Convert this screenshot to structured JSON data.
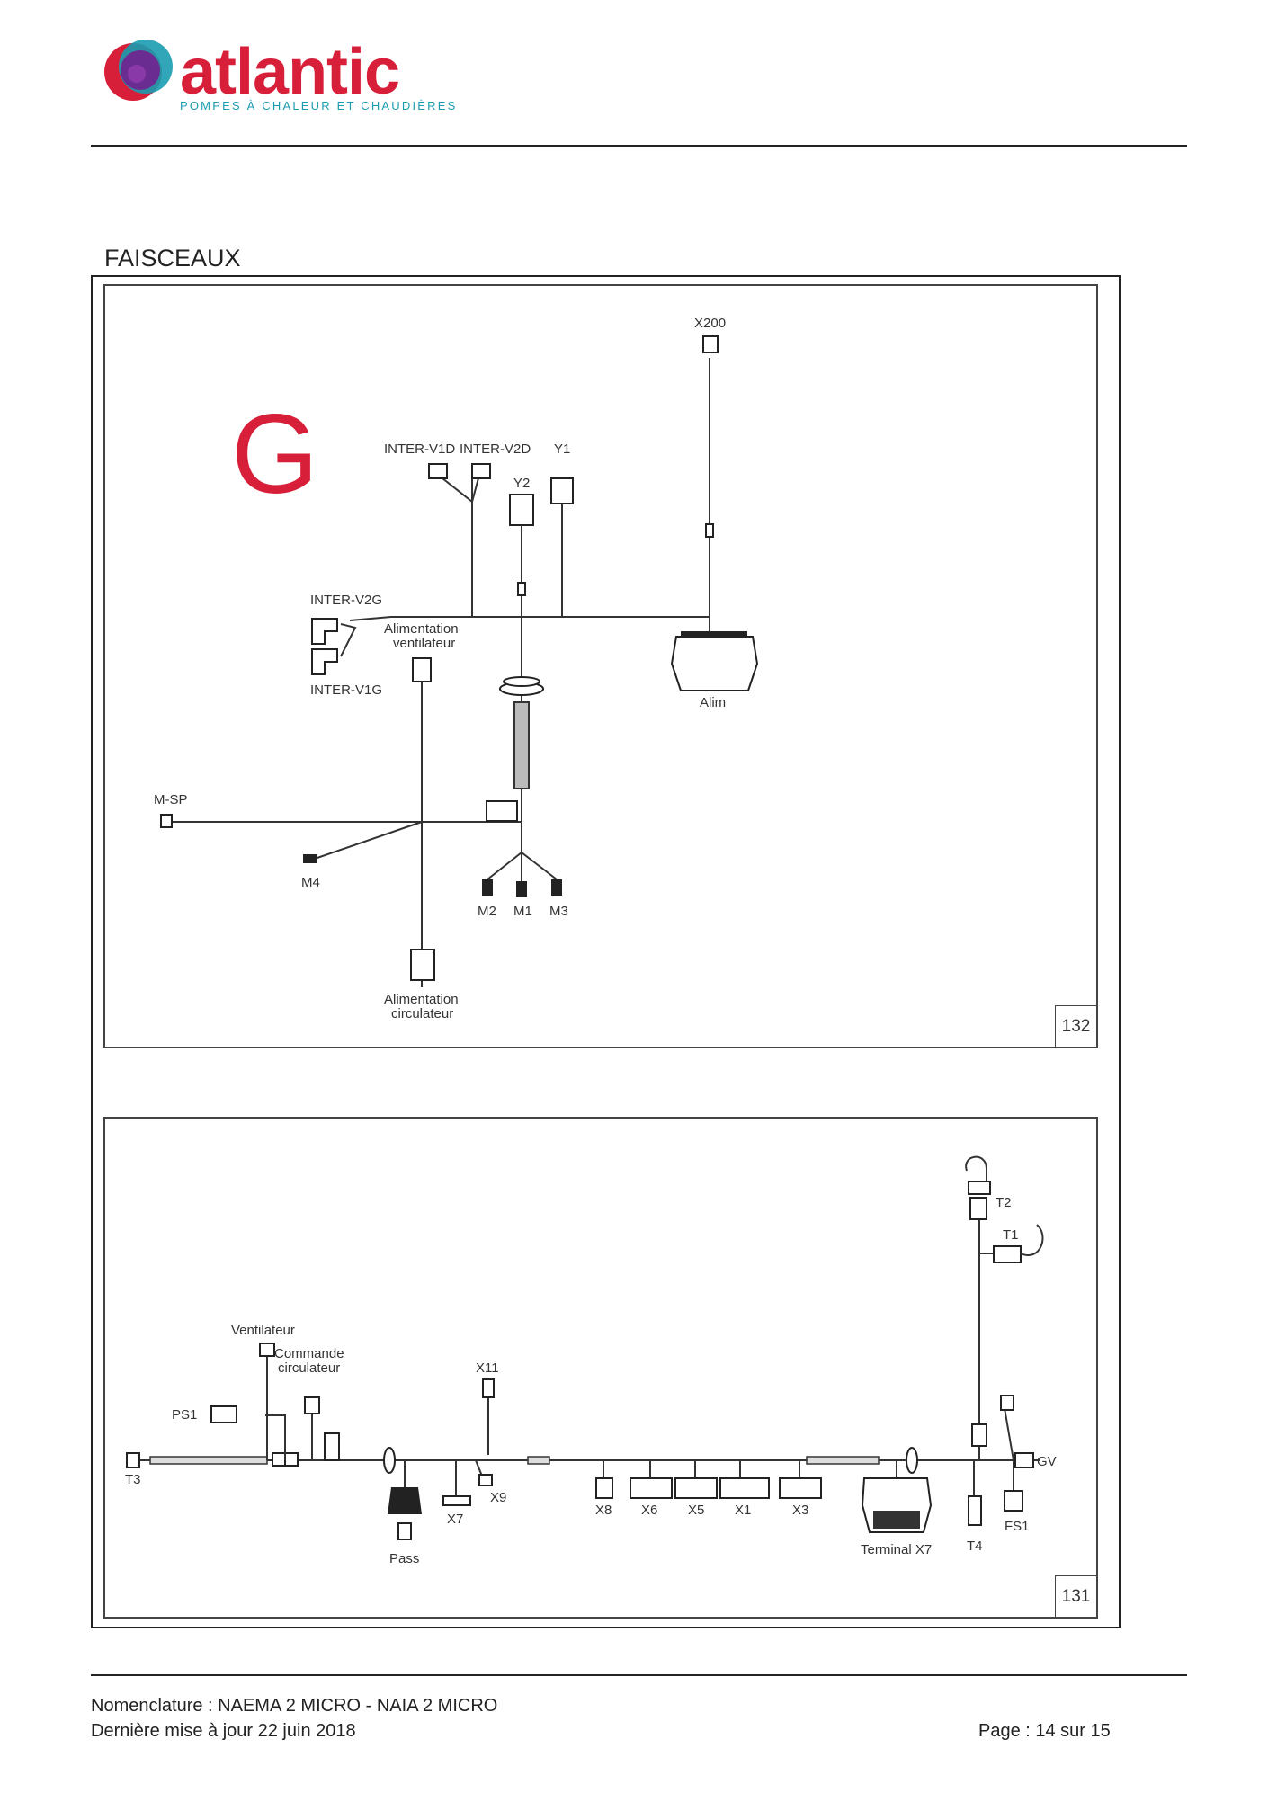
{
  "brand": {
    "name": "atlantic",
    "tagline": "POMPES À CHALEUR ET CHAUDIÈRES",
    "colors": {
      "red": "#d81f3a",
      "teal": "#1a9cb0",
      "purple": "#6b2c91"
    }
  },
  "section_title": "FAISCEAUX",
  "panel_top": {
    "letter": "G",
    "number": "132",
    "labels": {
      "x200": "X200",
      "inter_v1d": "INTER-V1D",
      "inter_v2d": "INTER-V2D",
      "y1": "Y1",
      "y2": "Y2",
      "inter_v2g": "INTER-V2G",
      "inter_v1g": "INTER-V1G",
      "alim_vent_1": "Alimentation",
      "alim_vent_2": "ventilateur",
      "alim": "Alim",
      "msp": "M-SP",
      "m4": "M4",
      "m2": "M2",
      "m1": "M1",
      "m3": "M3",
      "alim_circ_1": "Alimentation",
      "alim_circ_2": "circulateur"
    }
  },
  "panel_bottom": {
    "number": "131",
    "labels": {
      "t2": "T2",
      "t1": "T1",
      "ventilateur": "Ventilateur",
      "commande_1": "Commande",
      "commande_2": "circulateur",
      "x11": "X11",
      "ps1": "PS1",
      "t3": "T3",
      "gv": "GV",
      "x9": "X9",
      "x7": "X7",
      "x8": "X8",
      "x6": "X6",
      "x5": "X5",
      "x1": "X1",
      "x3": "X3",
      "fs1": "FS1",
      "t4": "T4",
      "terminal_x7": "Terminal X7",
      "pass": "Pass"
    }
  },
  "footer": {
    "line1": "Nomenclature : NAEMA 2 MICRO - NAIA 2 MICRO",
    "line2": "Dernière mise à jour 22 juin 2018",
    "page": "Page : 14 sur 15"
  }
}
